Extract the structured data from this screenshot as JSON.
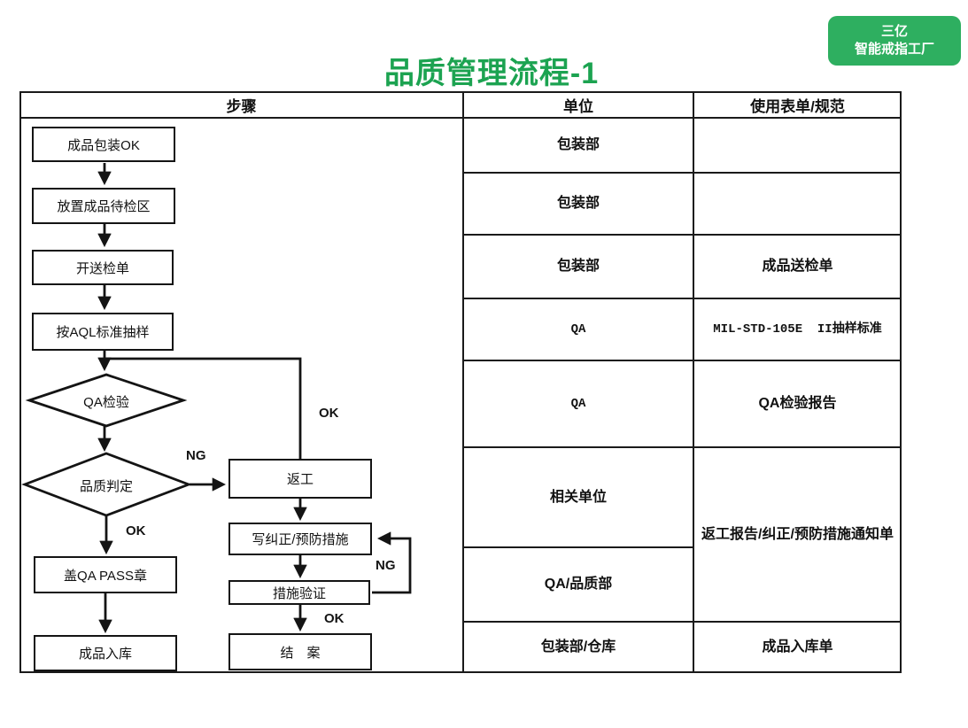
{
  "header": {
    "title": "品质管理流程-1",
    "badge_line1": "三亿",
    "badge_line2": "智能戒指工厂"
  },
  "colors": {
    "title_green": "#1CA351",
    "badge_green": "#2EAF60",
    "line_black": "#1A1A1A"
  },
  "table": {
    "col_headers": [
      "步骤",
      "单位",
      "使用表单/规范"
    ],
    "rows": [
      {
        "unit": "包装部",
        "form": ""
      },
      {
        "unit": "包装部",
        "form": ""
      },
      {
        "unit": "包装部",
        "form": "成品送检单"
      },
      {
        "unit": "QA",
        "form": "MIL-STD-105E  II抽样标准"
      },
      {
        "unit": "QA",
        "form": "QA检验报告"
      },
      {
        "unit": "相关单位",
        "form": ""
      },
      {
        "unit": "QA/品质部",
        "form": ""
      },
      {
        "unit": "包装部/仓库",
        "form": "成品入库单"
      }
    ],
    "merged_form": "返工报告/纠正/预防措施通知单"
  },
  "flowchart": {
    "boxes": [
      {
        "label": "成品包装OK"
      },
      {
        "label": "放置成品待检区"
      },
      {
        "label": "开送检单"
      },
      {
        "label": "按AQL标准抽样"
      },
      {
        "label": "盖QA PASS章"
      },
      {
        "label": "成品入库"
      },
      {
        "label": "返工"
      },
      {
        "label": "写纠正/预防措施"
      },
      {
        "label": "措施验证"
      },
      {
        "label": "结　案"
      }
    ],
    "diamonds": [
      {
        "label": "QA检验"
      },
      {
        "label": "品质判定"
      }
    ],
    "edge_labels": {
      "ok_branch": "OK",
      "ng_to_rework": "NG",
      "ok_to_pass": "OK",
      "ng_loop": "NG",
      "ok_to_close": "OK"
    }
  }
}
